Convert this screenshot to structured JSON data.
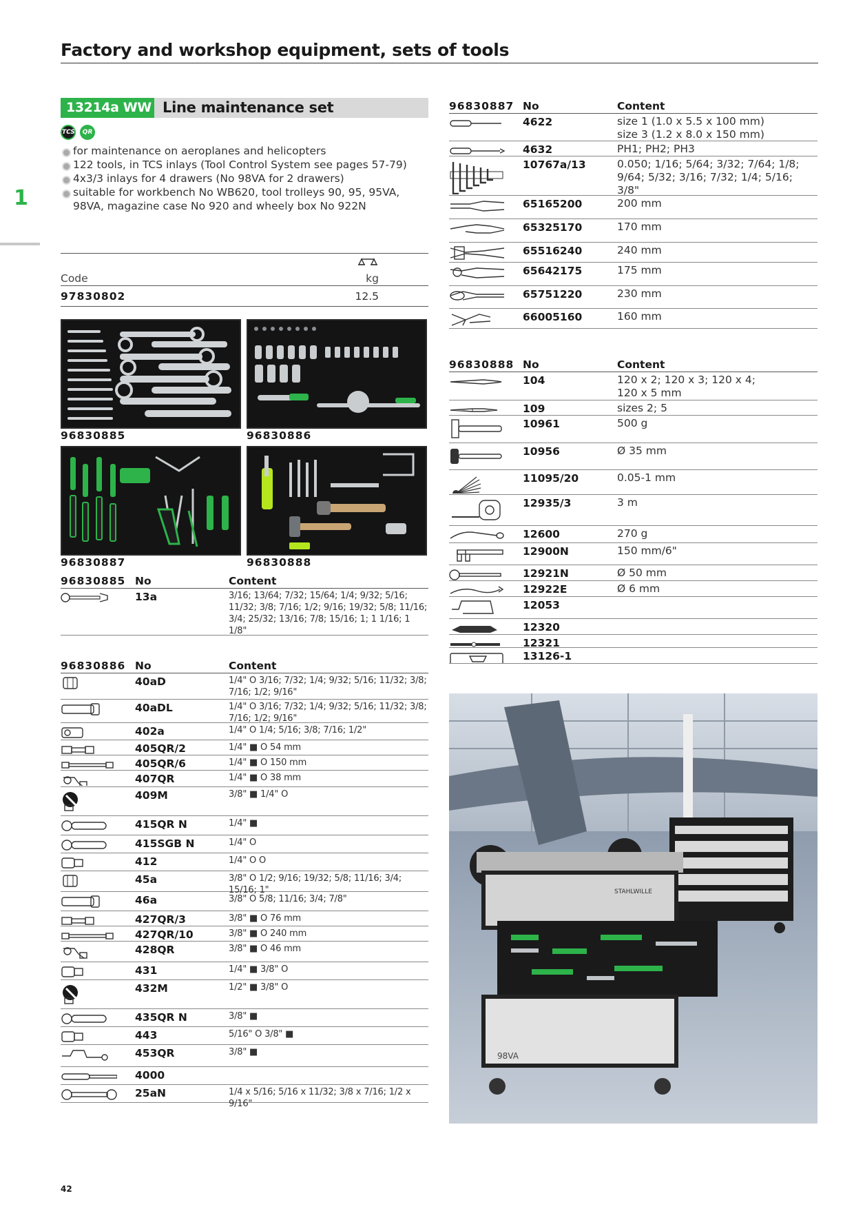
{
  "page": {
    "title": "Factory and workshop equipment, sets of tools",
    "chapter": "1",
    "number": "42"
  },
  "set": {
    "code": "13214a WW",
    "name": "Line maintenance set",
    "badges": [
      "TCS",
      "QR"
    ]
  },
  "bullets": [
    "for maintenance on aeroplanes and helicopters",
    "122 tools, in TCS inlays (Tool Control System see pages 57-79)",
    "4x3/3 inlays for 4 drawers (No 98VA for 2 drawers)",
    "suitable for workbench No WB620, tool trolleys 90, 95, 95VA, 98VA, magazine case No 920 and wheely box No 922N"
  ],
  "spec": {
    "code_label": "Code",
    "weight_label": "kg",
    "code": "97830802",
    "weight": "12.5"
  },
  "photos": [
    {
      "caption": "96830885"
    },
    {
      "caption": "96830886"
    },
    {
      "caption": "96830887"
    },
    {
      "caption": "96830888"
    }
  ],
  "headers": {
    "no": "No",
    "content": "Content"
  },
  "tables": {
    "t885": {
      "code": "96830885",
      "rows": [
        {
          "icon": "wrench-combination-icon",
          "no": "13a",
          "content": "3/16; 13/64; 7/32; 15/64; 1/4; 9/32; 5/16; 11/32; 3/8; 7/16; 1/2; 9/16; 19/32; 5/8; 11/16; 3/4; 25/32; 13/16; 7/8; 15/16; 1; 1 1/16; 1 1/8\""
        }
      ]
    },
    "t886": {
      "code": "96830886",
      "rows": [
        {
          "icon": "socket-icon",
          "no": "40aD",
          "content": "1/4\" O 3/16; 7/32; 1/4; 9/32; 5/16; 11/32; 3/8; 7/16; 1/2; 9/16\""
        },
        {
          "icon": "deep-socket-icon",
          "no": "40aDL",
          "content": "1/4\" O 3/16; 7/32; 1/4; 9/32; 5/16; 11/32; 3/8; 7/16; 1/2; 9/16\""
        },
        {
          "icon": "spark-plug-socket-icon",
          "no": "402a",
          "content": "1/4\" O 1/4; 5/16; 3/8; 7/16; 1/2\""
        },
        {
          "icon": "extension-bar-icon",
          "no": "405QR/2",
          "content": "1/4\" ■ O 54 mm"
        },
        {
          "icon": "extension-bar-long-icon",
          "no": "405QR/6",
          "content": "1/4\" ■ O 150 mm"
        },
        {
          "icon": "universal-joint-icon",
          "no": "407QR",
          "content": "1/4\" ■ O 38 mm"
        },
        {
          "icon": "adaptor-icon",
          "no": "409M",
          "content": "3/8\" ■ 1/4\" O"
        },
        {
          "icon": "ratchet-icon",
          "no": "415QR N",
          "content": "1/4\" ■"
        },
        {
          "icon": "ratchet-icon",
          "no": "415SGB N",
          "content": "1/4\" O"
        },
        {
          "icon": "adaptor-socket-icon",
          "no": "412",
          "content": "1/4\" O O"
        },
        {
          "icon": "socket-icon",
          "no": "45a",
          "content": "3/8\" O 1/2; 9/16; 19/32; 5/8; 11/16; 3/4; 15/16; 1\""
        },
        {
          "icon": "deep-socket-icon",
          "no": "46a",
          "content": "3/8\" O 5/8; 11/16; 3/4; 7/8\""
        },
        {
          "icon": "extension-bar-icon",
          "no": "427QR/3",
          "content": "3/8\" ■ O 76 mm"
        },
        {
          "icon": "extension-bar-long-icon",
          "no": "427QR/10",
          "content": "3/8\" ■ O 240 mm"
        },
        {
          "icon": "universal-joint-icon",
          "no": "428QR",
          "content": "3/8\" ■ O 46 mm"
        },
        {
          "icon": "adaptor-socket-icon",
          "no": "431",
          "content": "1/4\" ■ 3/8\" O"
        },
        {
          "icon": "adaptor-icon",
          "no": "432M",
          "content": "1/2\" ■ 3/8\" O"
        },
        {
          "icon": "ratchet-icon",
          "no": "435QR N",
          "content": "3/8\" ■"
        },
        {
          "icon": "adaptor-socket-icon",
          "no": "443",
          "content": "5/16\" O 3/8\" ■"
        },
        {
          "icon": "speed-brace-icon",
          "no": "453QR",
          "content": "3/8\" ■"
        },
        {
          "icon": "spinner-handle-icon",
          "no": "4000",
          "content": ""
        },
        {
          "icon": "ring-ratchet-wrench-icon",
          "no": "25aN",
          "content": "1/4 x 5/16; 5/16 x 11/32; 3/8 x 7/16; 1/2 x 9/16\""
        }
      ]
    },
    "t887": {
      "code": "96830887",
      "rows": [
        {
          "icon": "screwdriver-slot-icon",
          "no": "4622",
          "content": "size 1 (1.0 x 5.5 x 100 mm)\nsize 3 (1.2 x 8.0 x 150 mm)"
        },
        {
          "icon": "screwdriver-phillips-icon",
          "no": "4632",
          "content": "PH1; PH2; PH3"
        },
        {
          "icon": "hex-key-set-icon",
          "no": "10767a/13",
          "content": "0.050; 1/16; 5/64; 3/32; 7/64; 1/8; 9/64; 5/32; 3/16; 7/32; 1/4; 5/16; 3/8\""
        },
        {
          "icon": "pliers-icon",
          "no": "65165200",
          "content": "200 mm"
        },
        {
          "icon": "long-nose-pliers-icon",
          "no": "65325170",
          "content": "170 mm"
        },
        {
          "icon": "water-pump-pliers-icon",
          "no": "65516240",
          "content": "240 mm"
        },
        {
          "icon": "locking-pliers-icon",
          "no": "65642175",
          "content": "175 mm"
        },
        {
          "icon": "cable-shears-icon",
          "no": "65751220",
          "content": "230 mm"
        },
        {
          "icon": "side-cutter-icon",
          "no": "66005160",
          "content": "160 mm"
        }
      ]
    },
    "t888": {
      "code": "96830888",
      "rows": [
        {
          "icon": "pin-punch-icon",
          "no": "104",
          "content": "120 x 2; 120 x 3; 120 x 4;\n120 x 5 mm"
        },
        {
          "icon": "centre-punch-icon",
          "no": "109",
          "content": "sizes 2; 5"
        },
        {
          "icon": "hammer-icon",
          "no": "10961",
          "content": "500 g"
        },
        {
          "icon": "soft-hammer-icon",
          "no": "10956",
          "content": "Ø 35 mm"
        },
        {
          "icon": "feeler-gauge-icon",
          "no": "11095/20",
          "content": "0.05-1 mm"
        },
        {
          "icon": "tape-measure-icon",
          "no": "12935/3",
          "content": "3 m"
        },
        {
          "icon": "inspection-mirror-icon",
          "no": "12600",
          "content": "270 g"
        },
        {
          "icon": "vernier-caliper-icon",
          "no": "12900N",
          "content": "150 mm/6\""
        },
        {
          "icon": "magnetic-pick-up-icon",
          "no": "12921N",
          "content": "Ø 50 mm"
        },
        {
          "icon": "flexible-pick-up-icon",
          "no": "12922E",
          "content": "Ø 6 mm"
        },
        {
          "icon": "hacksaw-icon",
          "no": "12053",
          "content": ""
        },
        {
          "icon": "cutter-knife-icon",
          "no": "12320",
          "content": ""
        },
        {
          "icon": "utility-knife-icon",
          "no": "12321",
          "content": ""
        },
        {
          "icon": "tool-case-icon",
          "no": "13126-1",
          "content": ""
        }
      ]
    }
  },
  "colors": {
    "accent": "#2db34a",
    "header_bar": "#d9d9d9",
    "foam": "#141414"
  },
  "hangar_photo": {
    "trolley_label": "98VA",
    "brand": "STAHLWILLE"
  }
}
